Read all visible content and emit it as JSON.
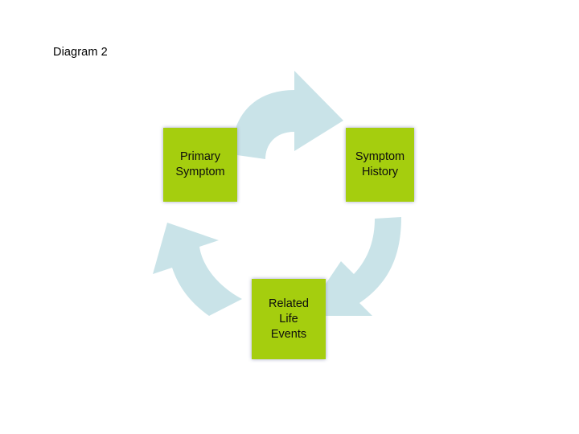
{
  "slide": {
    "title": "Diagram 2",
    "background_color": "#ffffff"
  },
  "colors": {
    "node_fill": "#a5ce0e",
    "node_text": "#0d0d0d",
    "arrow_fill": "#c9e3e8",
    "node_shadow": "#9b9fc2",
    "title_text": "#000000"
  },
  "diagram": {
    "type": "cycle",
    "direction": "clockwise",
    "nodes": [
      {
        "id": "primary-symptom",
        "label": "Primary\nSymptom",
        "lines": [
          "Primary",
          "Symptom"
        ],
        "position": "left"
      },
      {
        "id": "symptom-history",
        "label": "Symptom\nHistory",
        "lines": [
          "Symptom",
          "History"
        ],
        "position": "right"
      },
      {
        "id": "related-life-events",
        "label": "Related\nLife\nEvents",
        "lines": [
          "Related",
          "Life",
          "Events"
        ],
        "position": "bottom"
      }
    ],
    "arrows": [
      {
        "id": "arrow-top",
        "from": "primary-symptom",
        "to": "symptom-history",
        "shape": "curved-arc-arrow",
        "points": "right-up"
      },
      {
        "id": "arrow-right",
        "from": "symptom-history",
        "to": "related-life-events",
        "shape": "curved-arc-arrow",
        "points": "down-left"
      },
      {
        "id": "arrow-left",
        "from": "related-life-events",
        "to": "primary-symptom",
        "shape": "curved-arc-arrow",
        "points": "up-left"
      }
    ]
  }
}
